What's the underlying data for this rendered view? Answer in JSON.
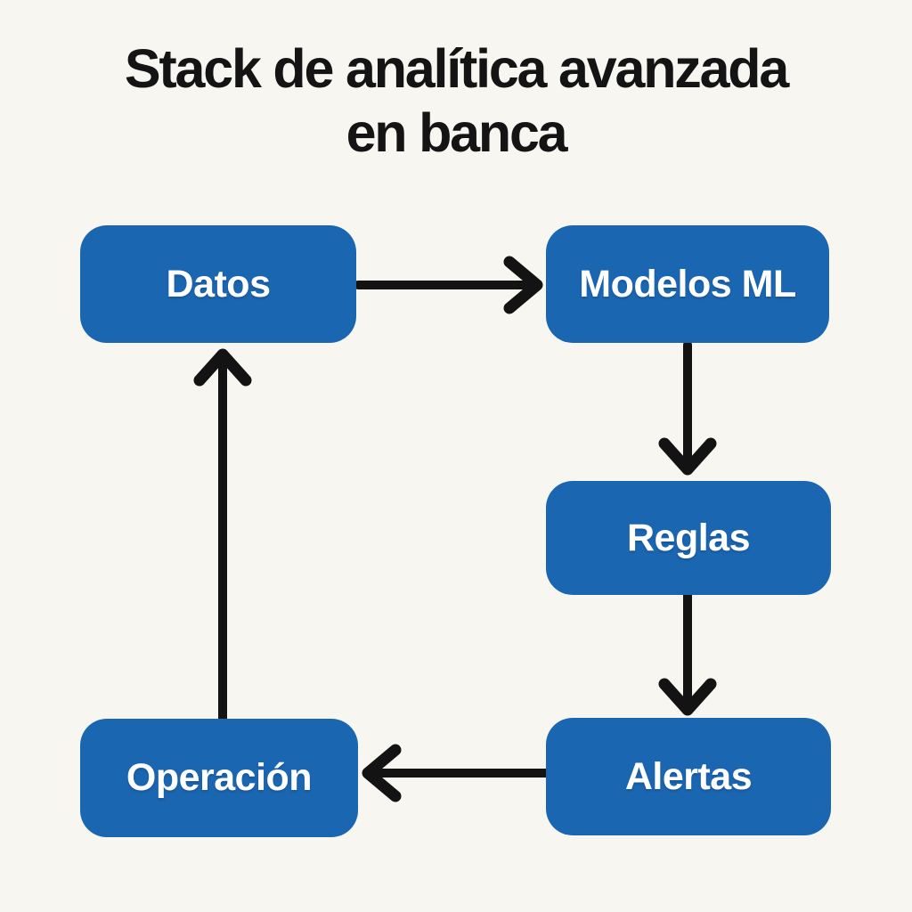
{
  "title": {
    "line1": "Stack de analítica avanzada",
    "line2": "en banca"
  },
  "nodes": [
    {
      "id": "datos",
      "label": "Datos"
    },
    {
      "id": "modelos-ml",
      "label": "Modelos ML"
    },
    {
      "id": "reglas",
      "label": "Reglas"
    },
    {
      "id": "alertas",
      "label": "Alertas"
    },
    {
      "id": "operacion",
      "label": "Operación"
    }
  ],
  "edges": [
    {
      "from": "datos",
      "to": "modelos-ml",
      "direction": "right"
    },
    {
      "from": "modelos-ml",
      "to": "reglas",
      "direction": "down"
    },
    {
      "from": "reglas",
      "to": "alertas",
      "direction": "down"
    },
    {
      "from": "alertas",
      "to": "operacion",
      "direction": "left"
    },
    {
      "from": "operacion",
      "to": "datos",
      "direction": "up"
    }
  ],
  "colors": {
    "background": "#F8F6F1",
    "node_fill": "#1B66B1",
    "node_text": "#FFFFFF",
    "arrow": "#131313",
    "title_text": "#141414"
  }
}
